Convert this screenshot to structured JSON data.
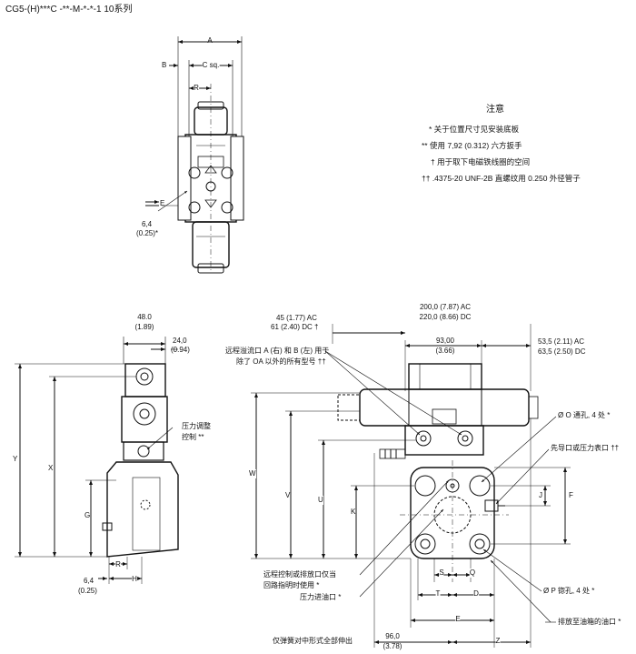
{
  "title": "CG5-(H)***C -**-M-*-*-1 10系列",
  "notes": {
    "heading": "注意",
    "items": [
      "* 关于位置尺寸见安装底板",
      "** 使用 7,92 (0.312) 六方扳手",
      "† 用于取下电磁铁线圈的空间",
      "†† .4375-20 UNF-2B 直螺纹用 0.250 外径管子"
    ]
  },
  "top_view": {
    "dims": {
      "a": "A",
      "b": "B",
      "csq": "C sq.",
      "r": "R",
      "e": "E",
      "phi_value": "6,4",
      "phi_inch": "(0.25)*"
    }
  },
  "side_view": {
    "dims": {
      "w48": "48.0",
      "w48_in": "(1.89)",
      "d24": "24,0",
      "d24_in": "(0.94)",
      "y": "Y",
      "x": "X",
      "g": "G",
      "r": "R",
      "h": "H",
      "d64": "6,4",
      "d64_in": "(0.25)"
    },
    "labels": {
      "pressure_adjust_1": "压力调整",
      "pressure_adjust_2": "控制 **"
    }
  },
  "front_view": {
    "dims": {
      "ac45": "45 (1.77) AC",
      "dc61": "61 (2.40) DC †",
      "d200": "200,0 (7.87) AC",
      "d220": "220,0 (8.66) DC",
      "d93": "93,00",
      "d93_in": "(3.66)",
      "ac53": "53,5 (2.11) AC",
      "dc63": "63,5 (2.50) DC",
      "w": "W",
      "v": "V",
      "u": "U",
      "k": "K",
      "j": "J",
      "f": "F",
      "s": "S",
      "q": "Q",
      "t": "T",
      "d": "D",
      "e": "E",
      "z": "Z",
      "d96": "96,0",
      "d96_in": "(3.78)"
    },
    "labels": {
      "remote_port_1": "远程溢流口 A (右) 和 B (左) 用于",
      "remote_port_2": "除了 OA 以外的所有型号 ††",
      "o_hole": "Ø O 通孔, 4 处 *",
      "pilot_port": "先导口或压力表口 ††",
      "remote_vent_1": "远程控制或排放口仅当",
      "remote_vent_2": "回路指明时使用 *",
      "pressure_in": "压力进油口 *",
      "p_counterbore": "Ø P 锪孔, 4 处 *",
      "drain": "排放至油箱的油口 *",
      "spring_note": "仅弹簧对中形式全部伸出"
    }
  }
}
